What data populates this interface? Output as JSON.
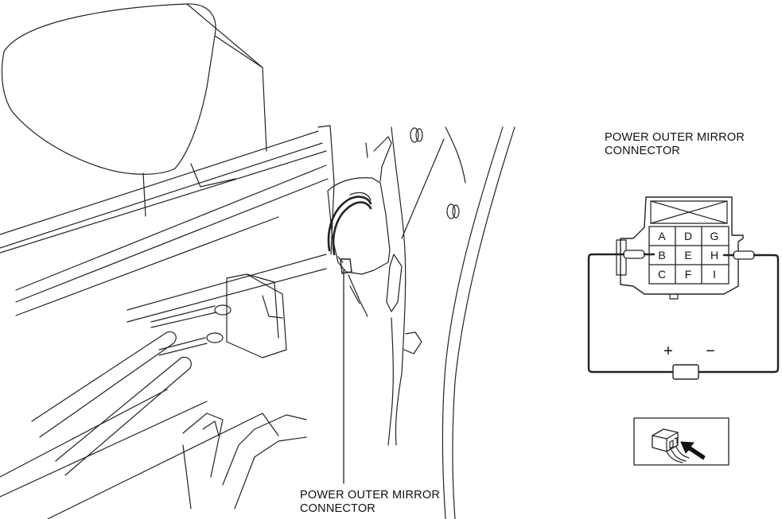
{
  "labels": {
    "bottom_line1": "POWER OUTER MIRROR",
    "bottom_line2": "CONNECTOR",
    "right_line1": "POWER OUTER MIRROR",
    "right_line2": "CONNECTOR"
  },
  "connector": {
    "pins": [
      "A",
      "D",
      "G",
      "B",
      "E",
      "H",
      "C",
      "F",
      "I"
    ]
  },
  "battery": {
    "plus": "+",
    "minus": "−"
  },
  "icons": {
    "view_indicator": "harness-side-connector-view-icon"
  }
}
